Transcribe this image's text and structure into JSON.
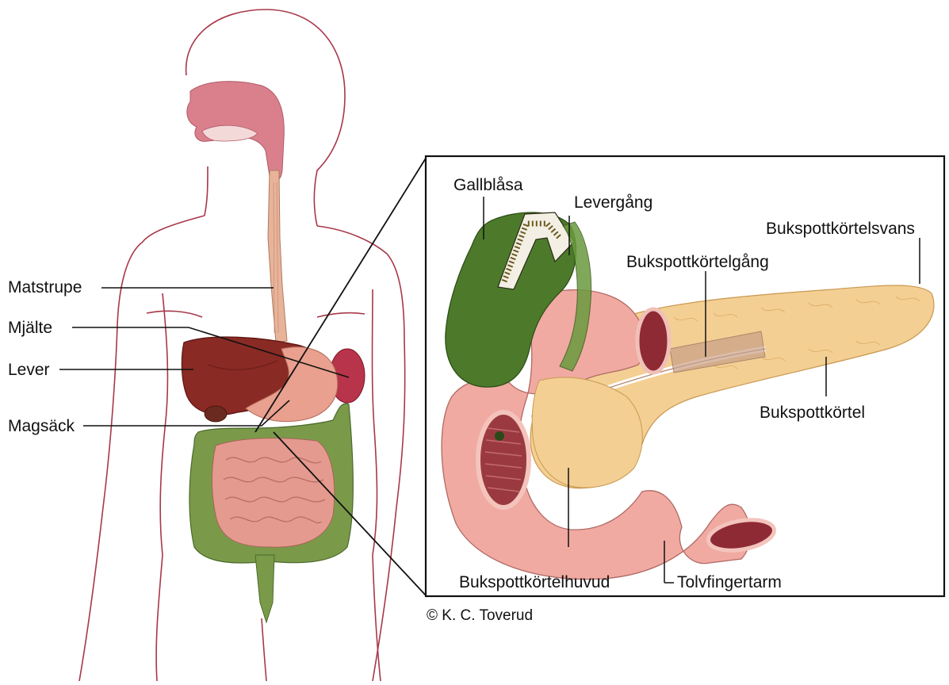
{
  "left_labels": {
    "esophagus": "Matstrupe",
    "spleen": "Mjälte",
    "liver": "Lever",
    "stomach": "Magsäck"
  },
  "inset_labels": {
    "gallbladder": "Gallblåsa",
    "hepatic_duct": "Levergång",
    "pancreas_tail": "Bukspottkörtelsvans",
    "pancreatic_duct": "Bukspottkörtelgång",
    "pancreas": "Bukspottkörtel",
    "pancreas_head": "Bukspottkörtelhuvud",
    "duodenum": "Tolvfingertarm"
  },
  "credit": "© K. C. Toverud",
  "colors": {
    "outline": "#9a2a3a",
    "mouth": "#d9808c",
    "esophagus": "#e7b49a",
    "liver": "#8a2a24",
    "spleen": "#b8344a",
    "stomach": "#e9a08e",
    "colon": "#7a9a4a",
    "small_intestine": "#e49a8e",
    "gallbladder": "#4c7a2a",
    "pancreas": "#f3cf93",
    "duodenum": "#f0aaa2",
    "lumen": "#8e2a34"
  }
}
